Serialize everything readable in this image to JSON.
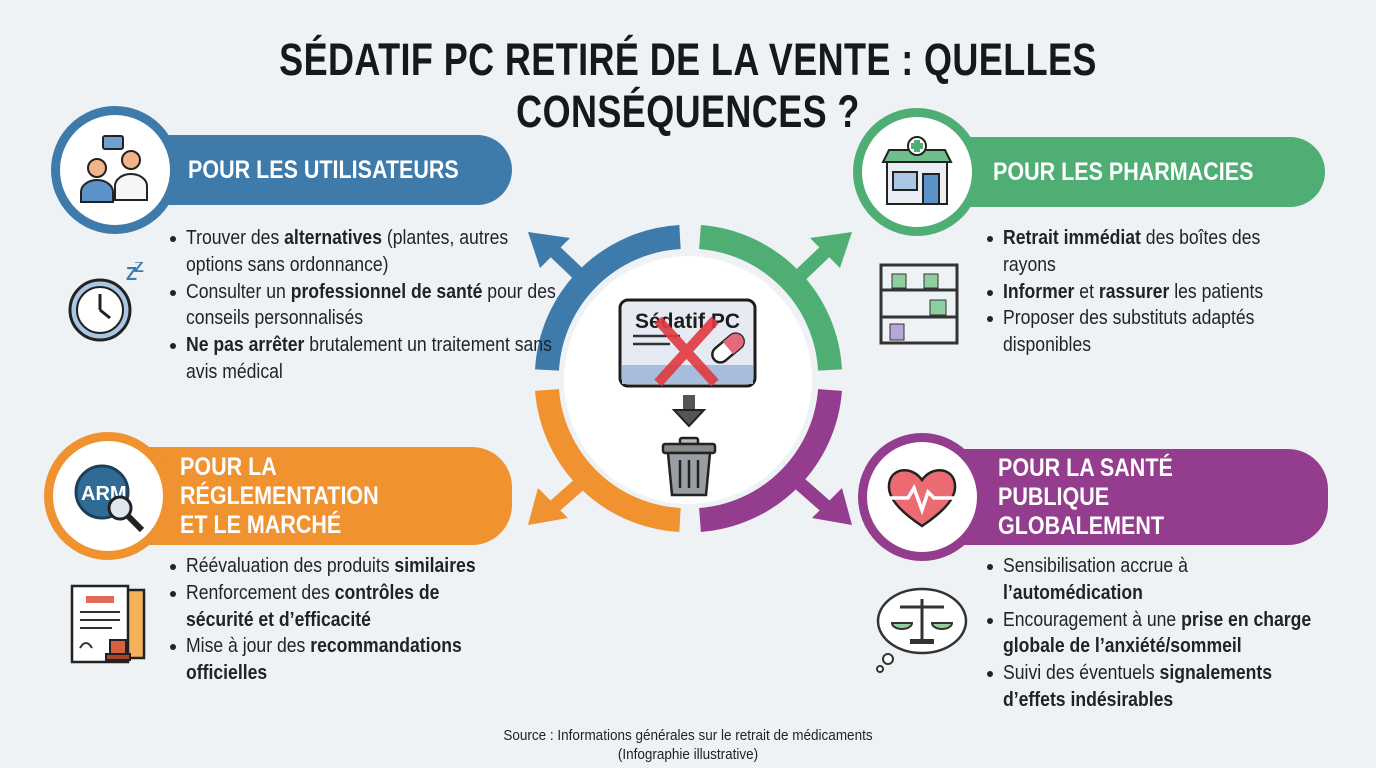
{
  "title": "SÉDATIF PC RETIRÉ DE LA VENTE : QUELLES CONSÉQUENCES ?",
  "colors": {
    "blue": "#3e7bab",
    "green": "#4fae74",
    "orange": "#f0922f",
    "purple": "#943d8f",
    "background": "#eef2f5"
  },
  "center": {
    "card_label": "Sédatif PC",
    "icons": [
      "medicine-box-icon",
      "red-cross-icon",
      "down-arrow-icon",
      "trash-can-icon"
    ]
  },
  "sections": {
    "users": {
      "title": "POUR LES UTILISATEURS",
      "icon": "patient-doctor-icon",
      "side_icon": "sleep-clock-icon",
      "bullets": [
        [
          {
            "t": "Trouver des "
          },
          {
            "t": "alternatives",
            "b": true
          },
          {
            "t": " (plantes, autres options sans ordonnance)"
          }
        ],
        [
          {
            "t": "Consulter un "
          },
          {
            "t": "professionnel de santé",
            "b": true
          },
          {
            "t": " pour des conseils personnalisés"
          }
        ],
        [
          {
            "t": "Ne pas arrêter",
            "b": true
          },
          {
            "t": " brutalement un traitement sans avis médical"
          }
        ]
      ]
    },
    "pharmacies": {
      "title": "POUR LES PHARMACIES",
      "icon": "pharmacy-store-icon",
      "side_icon": "shelves-icon",
      "bullets": [
        [
          {
            "t": "Retrait immédiat",
            "b": true
          },
          {
            "t": " des boîtes des rayons"
          }
        ],
        [
          {
            "t": "Informer",
            "b": true
          },
          {
            "t": " et "
          },
          {
            "t": "rassurer",
            "b": true
          },
          {
            "t": " les patients"
          }
        ],
        [
          {
            "t": "Proposer des substituts adaptés disponibles"
          }
        ]
      ]
    },
    "regulation": {
      "title_line1": "POUR LA RÉGLEMENTATION",
      "title_line2": "ET LE MARCHÉ",
      "icon_text": "ARM",
      "icon": "arm-magnifier-icon",
      "side_icon": "documents-stamp-icon",
      "bullets": [
        [
          {
            "t": "Réévaluation des produits "
          },
          {
            "t": "similaires",
            "b": true
          }
        ],
        [
          {
            "t": "Renforcement des "
          },
          {
            "t": "contrôles de sécurité et d’efficacité",
            "b": true
          }
        ],
        [
          {
            "t": "Mise à jour des "
          },
          {
            "t": "recommandations officielles",
            "b": true
          }
        ]
      ]
    },
    "public_health": {
      "title_line1": "POUR LA SANTÉ PUBLIQUE",
      "title_line2": "GLOBALEMENT",
      "icon": "heart-pulse-icon",
      "side_icon": "balance-thought-icon",
      "bullets": [
        [
          {
            "t": "Sensibilisation accrue à "
          },
          {
            "t": "l’automédication",
            "b": true
          }
        ],
        [
          {
            "t": "Encouragement à une "
          },
          {
            "t": "prise en charge globale de l’anxiété/sommeil",
            "b": true
          }
        ],
        [
          {
            "t": "Suivi des éventuels "
          },
          {
            "t": "signalements d’effets indésirables",
            "b": true
          }
        ]
      ]
    }
  },
  "source": {
    "line1": "Source : Informations générales sur le retrait de médicaments",
    "line2": "(Infographie illustrative)"
  }
}
